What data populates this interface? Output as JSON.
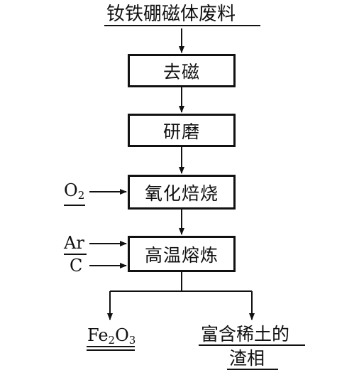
{
  "raw_material": "钕铁硼磁体废料",
  "steps": [
    "去磁",
    "研磨",
    "氧化焙烧",
    "高温熔炼"
  ],
  "inputs": {
    "oxidation_roasting": "O",
    "oxidation_roasting_sub": "2",
    "smelting_top": "Ar",
    "smelting_bottom": "C"
  },
  "products": {
    "left_fe": "Fe",
    "left_sub1": "2",
    "left_o": "O",
    "left_sub2": "3",
    "right_line1": "富含稀土的",
    "right_line2": "渣相"
  }
}
